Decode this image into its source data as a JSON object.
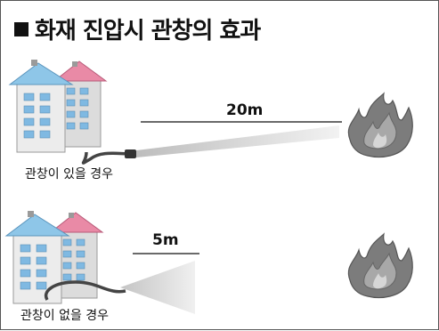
{
  "title": "화재 진압시 관창의 효과",
  "scenarios": [
    {
      "caption": "관창이 있을 경우",
      "distance": "20m"
    },
    {
      "caption": "관창이 없을 경우",
      "distance": "5m"
    }
  ],
  "colors": {
    "roof_blue": "#8ec6e8",
    "roof_pink": "#e98aa6",
    "building_body": "#e6e6e6",
    "window_blue": "#7fb9e2",
    "fire_gray": "#7c7c7c",
    "spray_gray": "#cfcfcf"
  },
  "icons": [
    "building-icon",
    "hose-icon",
    "nozzle-icon",
    "fire-icon"
  ]
}
